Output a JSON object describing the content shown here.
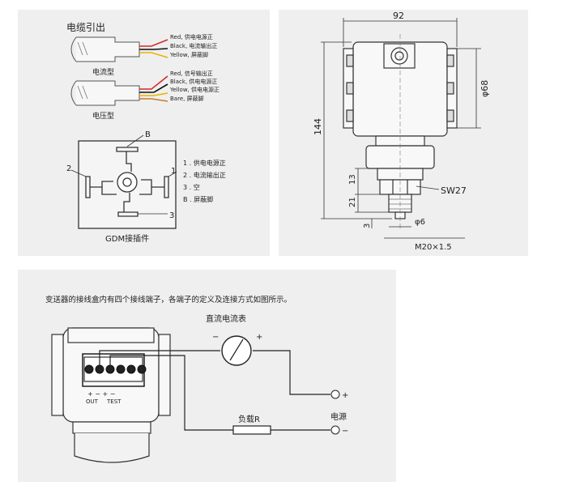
{
  "cable_panel": {
    "title": "电缆引出",
    "current_type": {
      "label": "电流型",
      "wires": [
        {
          "text": "Red, 供电电源正",
          "color": "#d22b2b"
        },
        {
          "text": "Black, 电流输出正",
          "color": "#111111"
        },
        {
          "text": "Yellow, 屏蔽脚",
          "color": "#e8b400"
        }
      ]
    },
    "voltage_type": {
      "label": "电压型",
      "wires": [
        {
          "text": "Red, 信号输出正",
          "color": "#d22b2b"
        },
        {
          "text": "Black, 供电电源正",
          "color": "#111111"
        },
        {
          "text": "Yellow, 供电电源正",
          "color": "#e8b400"
        },
        {
          "text": "Bare,  屏蔽脚",
          "color": "#c87a2c"
        }
      ]
    },
    "gdm": {
      "caption": "GDM接插件",
      "pin_b": "B",
      "pin_1": "1",
      "pin_2": "2",
      "pin_3": "3",
      "legend": [
        "1 . 供电电源正",
        "2 . 电流输出正",
        "3 . 空",
        "B . 屏蔽脚"
      ]
    }
  },
  "dimension_panel": {
    "width": "92",
    "height": "144",
    "diameter": "φ68",
    "hex": "SW27",
    "d13": "13",
    "d21": "21",
    "d3": "3",
    "d6": "φ6",
    "thread": "M20×1.5"
  },
  "wiring_panel": {
    "description": "变送器的接线盒内有四个接线端子，各端子的定义及连接方式如图所示。",
    "ammeter": "直流电流表",
    "minus": "−",
    "plus": "+",
    "load": "负载R",
    "power": "电源",
    "terminal_labels": "+  −  +  −",
    "out_label": "OUT",
    "test_label": "TEST",
    "pos_terminal": "+",
    "neg_terminal": "−"
  }
}
